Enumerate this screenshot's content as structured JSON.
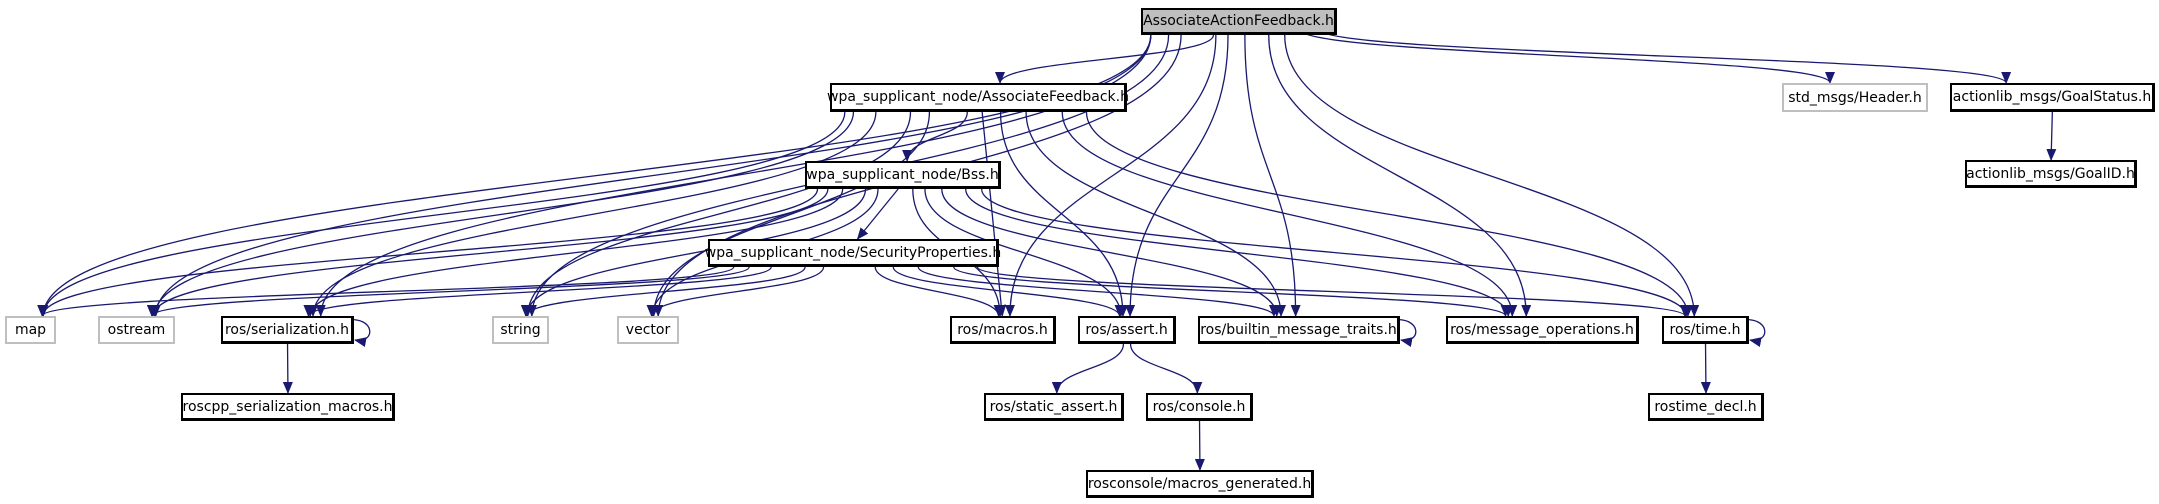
{
  "diagram": {
    "type": "include-dependency-graph",
    "edge_color": "#191970",
    "root_fill": "#bfbfbf",
    "external_border": "#bfbfbf",
    "nodes": [
      {
        "id": "root",
        "label": "AssociateActionFeedback.h",
        "kind": "root"
      },
      {
        "id": "assocfb",
        "label": "wpa_supplicant_node/AssociateFeedback.h",
        "kind": "documented"
      },
      {
        "id": "bss",
        "label": "wpa_supplicant_node/Bss.h",
        "kind": "documented"
      },
      {
        "id": "secprops",
        "label": "wpa_supplicant_node/SecurityProperties.h",
        "kind": "documented"
      },
      {
        "id": "header",
        "label": "std_msgs/Header.h",
        "kind": "external"
      },
      {
        "id": "goalstatus",
        "label": "actionlib_msgs/GoalStatus.h",
        "kind": "documented"
      },
      {
        "id": "goalid",
        "label": "actionlib_msgs/GoalID.h",
        "kind": "documented"
      },
      {
        "id": "map",
        "label": "map",
        "kind": "external"
      },
      {
        "id": "ostream",
        "label": "ostream",
        "kind": "external"
      },
      {
        "id": "serialization",
        "label": "ros/serialization.h",
        "kind": "documented"
      },
      {
        "id": "string",
        "label": "string",
        "kind": "external"
      },
      {
        "id": "vector",
        "label": "vector",
        "kind": "external"
      },
      {
        "id": "macros",
        "label": "ros/macros.h",
        "kind": "documented"
      },
      {
        "id": "assert",
        "label": "ros/assert.h",
        "kind": "documented"
      },
      {
        "id": "builtin",
        "label": "ros/builtin_message_traits.h",
        "kind": "documented"
      },
      {
        "id": "msgops",
        "label": "ros/message_operations.h",
        "kind": "documented"
      },
      {
        "id": "time",
        "label": "ros/time.h",
        "kind": "documented"
      },
      {
        "id": "rosserialmacros",
        "label": "roscpp_serialization_macros.h",
        "kind": "documented"
      },
      {
        "id": "staticassert",
        "label": "ros/static_assert.h",
        "kind": "documented"
      },
      {
        "id": "console",
        "label": "ros/console.h",
        "kind": "documented"
      },
      {
        "id": "rostimedecl",
        "label": "rostime_decl.h",
        "kind": "documented"
      },
      {
        "id": "macrosgen",
        "label": "rosconsole/macros_generated.h",
        "kind": "documented"
      }
    ],
    "edges": [
      [
        "root",
        "assocfb"
      ],
      [
        "root",
        "map"
      ],
      [
        "root",
        "ostream"
      ],
      [
        "root",
        "serialization"
      ],
      [
        "root",
        "string"
      ],
      [
        "root",
        "vector"
      ],
      [
        "root",
        "macros"
      ],
      [
        "root",
        "assert"
      ],
      [
        "root",
        "builtin"
      ],
      [
        "root",
        "msgops"
      ],
      [
        "root",
        "time"
      ],
      [
        "root",
        "header"
      ],
      [
        "root",
        "goalstatus"
      ],
      [
        "assocfb",
        "bss"
      ],
      [
        "assocfb",
        "map"
      ],
      [
        "assocfb",
        "ostream"
      ],
      [
        "assocfb",
        "serialization"
      ],
      [
        "assocfb",
        "string"
      ],
      [
        "assocfb",
        "vector"
      ],
      [
        "assocfb",
        "macros"
      ],
      [
        "assocfb",
        "assert"
      ],
      [
        "assocfb",
        "builtin"
      ],
      [
        "assocfb",
        "msgops"
      ],
      [
        "assocfb",
        "time"
      ],
      [
        "bss",
        "secprops"
      ],
      [
        "bss",
        "map"
      ],
      [
        "bss",
        "ostream"
      ],
      [
        "bss",
        "serialization"
      ],
      [
        "bss",
        "string"
      ],
      [
        "bss",
        "vector"
      ],
      [
        "bss",
        "macros"
      ],
      [
        "bss",
        "assert"
      ],
      [
        "bss",
        "builtin"
      ],
      [
        "bss",
        "msgops"
      ],
      [
        "bss",
        "time"
      ],
      [
        "secprops",
        "map"
      ],
      [
        "secprops",
        "ostream"
      ],
      [
        "secprops",
        "serialization"
      ],
      [
        "secprops",
        "string"
      ],
      [
        "secprops",
        "vector"
      ],
      [
        "secprops",
        "macros"
      ],
      [
        "secprops",
        "assert"
      ],
      [
        "secprops",
        "builtin"
      ],
      [
        "secprops",
        "msgops"
      ],
      [
        "secprops",
        "time"
      ],
      [
        "serialization",
        "rosserialmacros"
      ],
      [
        "serialization",
        "serialization"
      ],
      [
        "builtin",
        "builtin"
      ],
      [
        "time",
        "rostimedecl"
      ],
      [
        "time",
        "time"
      ],
      [
        "assert",
        "staticassert"
      ],
      [
        "assert",
        "console"
      ],
      [
        "console",
        "macrosgen"
      ],
      [
        "goalstatus",
        "goalid"
      ]
    ]
  }
}
